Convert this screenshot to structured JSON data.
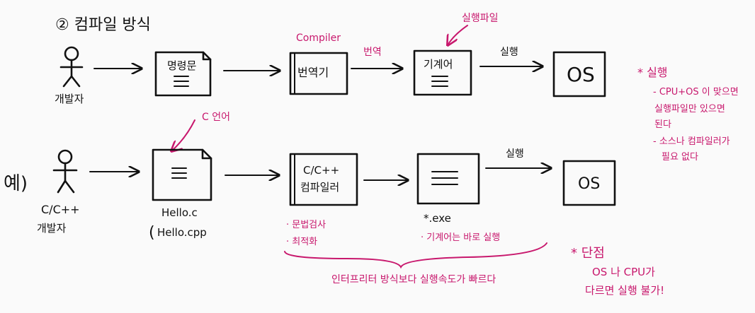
{
  "title": "② 컴파일 방식",
  "colors": {
    "ink": "#111111",
    "accent": "#c8186d"
  },
  "row1": {
    "actor_label": "개발자",
    "source_box": "명령문",
    "compiler_top_note": "Compiler",
    "compiler_box": "번역기",
    "translate_label": "번역",
    "machine_top_note": "실행파일",
    "machine_box": "기계어",
    "run_label": "실행",
    "os_box": "OS"
  },
  "row2": {
    "prefix": "예)",
    "actor_label_1": "C/C++",
    "actor_label_2": "개발자",
    "lang_note": "C 언어",
    "file_1": "Hello.c",
    "file_2": "Hello.cpp",
    "compiler_box_1": "C/C++",
    "compiler_box_2": "컴파일러",
    "compiler_note_1": "· 문법검사",
    "compiler_note_2": "· 최적화",
    "exe_label": "*.exe",
    "exe_note": "· 기계어는 바로 실행",
    "run_label": "실행",
    "os_box": "OS"
  },
  "notes": {
    "speed_note": "인터프리터 방식보다 실행속도가 빠르다",
    "right_1": "* 실행",
    "right_2": "- CPU+OS 이 맞으면",
    "right_3": "실행파일만 있으면",
    "right_4": "된다",
    "right_5": "- 소스나 컴파일러가",
    "right_6": "필요 없다",
    "disadv_1": "* 단점",
    "disadv_2": "OS 나 CPU가",
    "disadv_3": "다르면 실행 불가!"
  }
}
